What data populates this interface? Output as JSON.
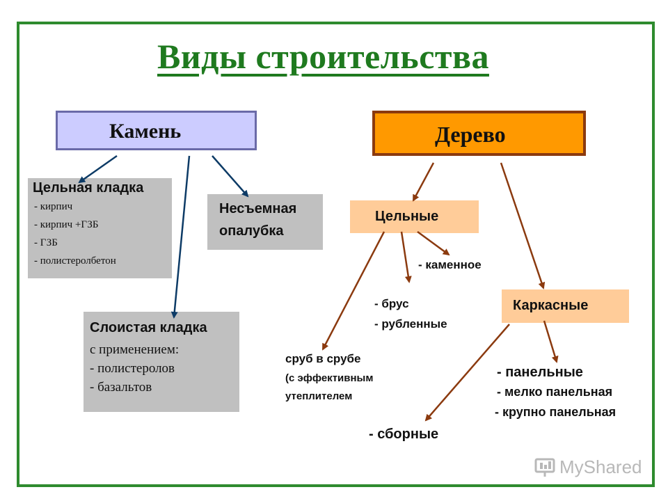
{
  "title": "Виды строительства",
  "stone": {
    "label": "Камень",
    "solid": {
      "heading": "Цельная кладка",
      "items": [
        "- кирпич",
        "- кирпич +ГЗБ",
        "- ГЗБ",
        "- полистеролбетон"
      ]
    },
    "formwork": {
      "line1": "Несъемная",
      "line2": "опалубка"
    },
    "layered": {
      "heading": "Слоистая кладка",
      "line1": "с применением:",
      "items": [
        "- полистеролов",
        "- базальтов"
      ]
    }
  },
  "wood": {
    "label": "Дерево",
    "solid": {
      "label": "Цельные",
      "stone_item": "- каменное",
      "beam": "- брус",
      "chopped": "- рубленные",
      "log_line1": "сруб в срубе",
      "log_line2": "(с эффективным",
      "log_line3": "утеплителем"
    },
    "frame": {
      "label": "Каркасные",
      "panel": "- панельные",
      "small_panel": "- мелко панельная",
      "large_panel": "- крупно панельная",
      "prefab": "- сборные"
    }
  },
  "logo": {
    "text": "MyShared"
  },
  "colors": {
    "frame": "#2e8b2e",
    "title": "#1f7a1f",
    "stone_fill": "#ccccff",
    "wood_fill": "#ff9900",
    "stone_arrow": "#0d3b66",
    "wood_arrow": "#8b3a0f"
  }
}
